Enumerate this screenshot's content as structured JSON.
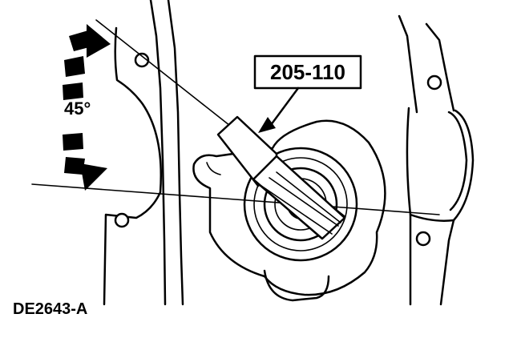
{
  "tool_callout": "205-110",
  "angle_label": "45°",
  "figure_id": "DE2643-A"
}
